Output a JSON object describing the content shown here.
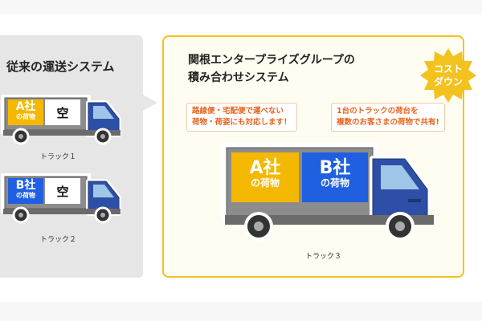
{
  "left": {
    "title": "従来の運送システム",
    "trucks": [
      {
        "label": "トラック１",
        "cargo_company": "A社",
        "cargo_sub": "の荷物",
        "cargo_color": "#f5b800",
        "empty_label": "空"
      },
      {
        "label": "トラック２",
        "cargo_company": "B社",
        "cargo_sub": "の荷物",
        "cargo_color": "#1f5fe0",
        "empty_label": "空"
      }
    ]
  },
  "right": {
    "title_line1": "関根エンタープライズグループの",
    "title_line2": "積み合わせシステム",
    "badge_line1": "コスト",
    "badge_line2": "ダウン",
    "badge_color": "#f3c21f",
    "note1_line1": "路線便・宅配便で運べない",
    "note1_line2": "荷物・荷姿にも対応します！",
    "note2_line1": "1台のトラックの荷台を",
    "note2_line2": "複数のお客さまの荷物で共有!",
    "note_color": "#e8641e",
    "truck": {
      "label": "トラック３",
      "cargo_a_company": "A社",
      "cargo_a_sub": "の荷物",
      "cargo_b_company": "B社",
      "cargo_b_sub": "の荷物"
    }
  },
  "colors": {
    "cab_blue": "#2d4fa6",
    "body_gray": "#8c8c8c",
    "panel_yellow": "#f3c21f",
    "company_a": "#f5b800",
    "company_b": "#1f5fe0"
  }
}
